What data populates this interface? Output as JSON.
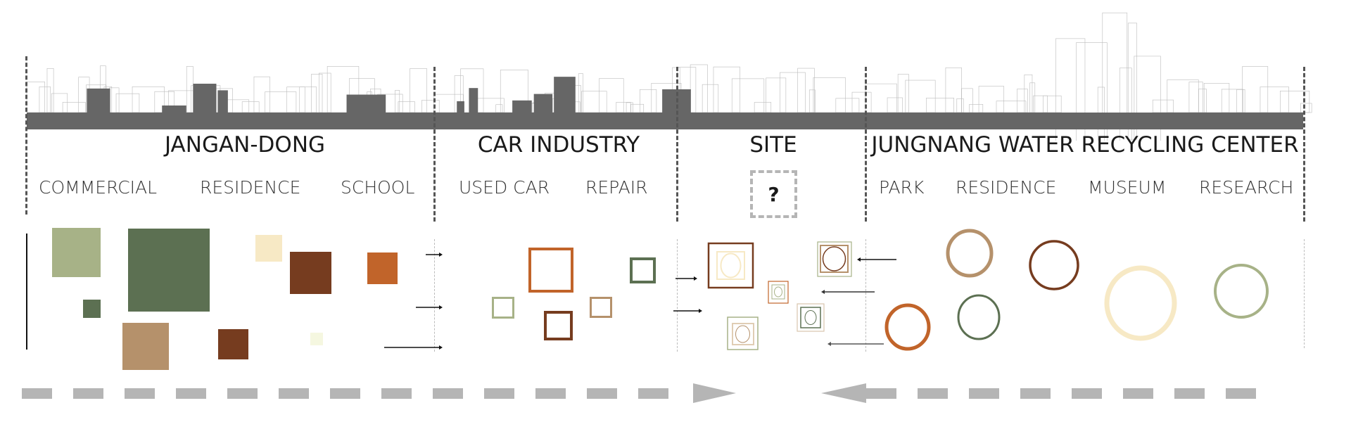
{
  "sections": [
    {
      "title": "JANGAN-DONG",
      "items": [
        "COMMERCIAL",
        "RESIDENCE",
        "SCHOOL"
      ]
    },
    {
      "title": "CAR INDUSTRY",
      "items": [
        "USED CAR",
        "REPAIR"
      ]
    },
    {
      "title": "SITE",
      "placeholder": "?"
    },
    {
      "title": "JUNGNANG WATER RECYCLING CENTER",
      "items": [
        "PARK",
        "RESIDENCE",
        "MUSEUM",
        "RESEARCH"
      ]
    }
  ],
  "colors": {
    "light_green": "#a7b287",
    "dark_green": "#5c7052",
    "tan": "#b5916b",
    "cream": "#f7e9c5",
    "brown": "#763c1f",
    "orange": "#c1642a",
    "pale": "#f5f7e0",
    "skyline": "#666666",
    "flow_arrow": "#b5b5b5"
  }
}
